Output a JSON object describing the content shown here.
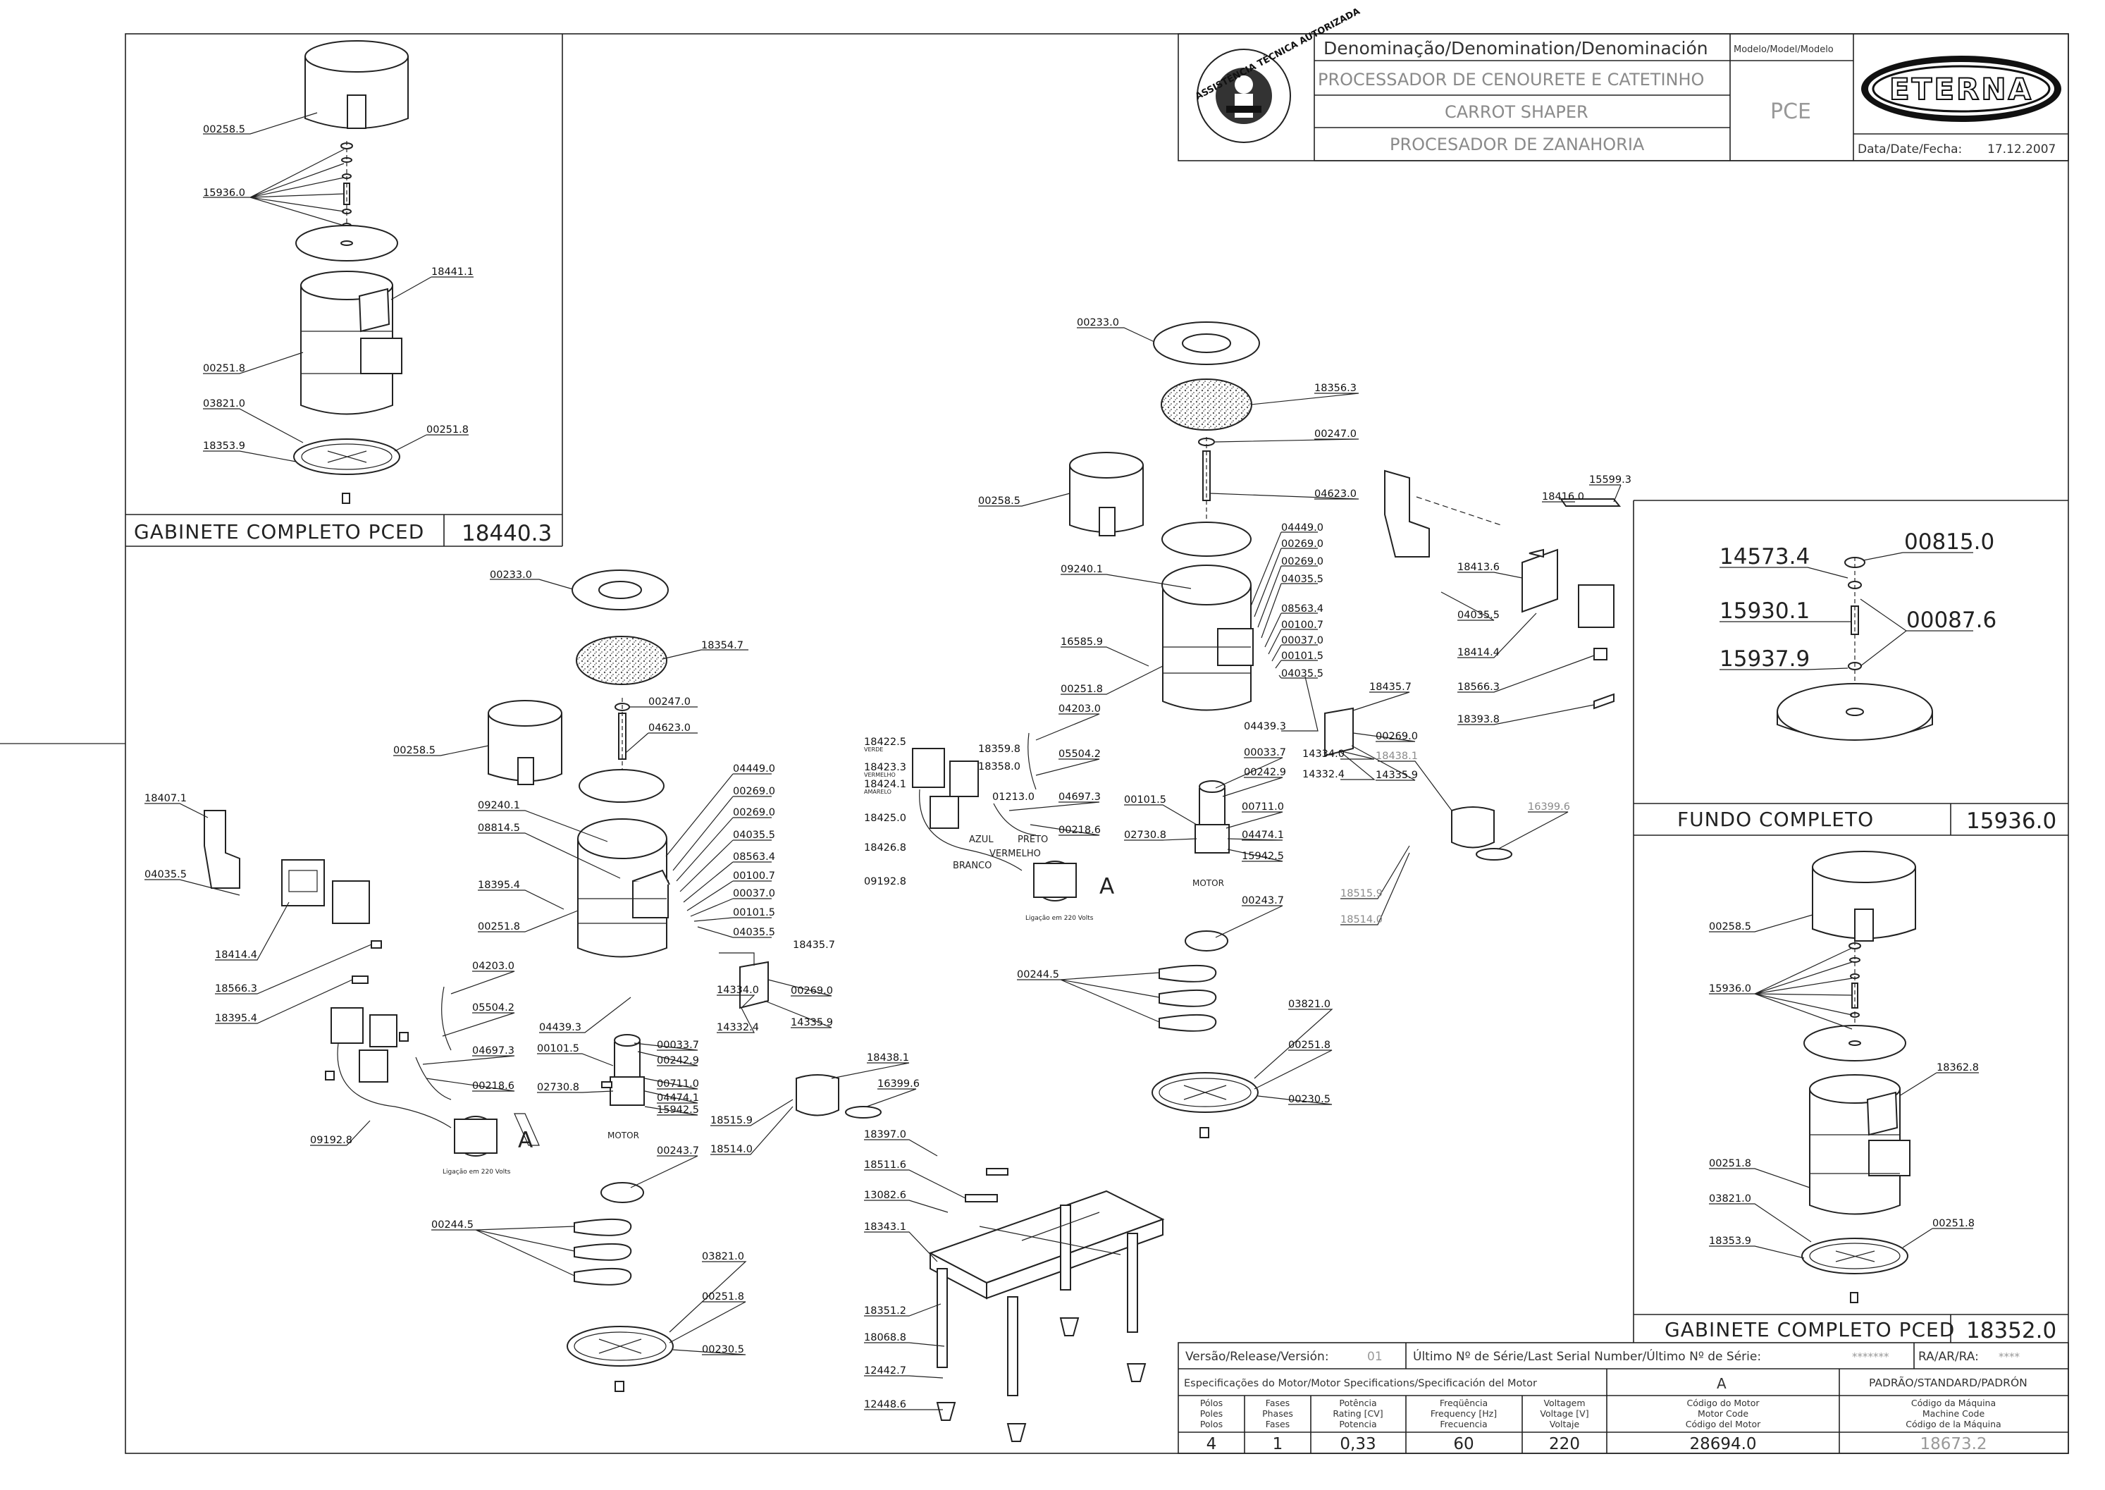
{
  "title_block": {
    "denomination_header": "Denominação/Denomination/Denominación",
    "model_header": "Modelo/Model/Modelo",
    "name_pt": "PROCESSADOR DE CENOURETE E CATETINHO",
    "name_en": "CARROT SHAPER",
    "name_es": "PROCESADOR DE ZANAHORIA",
    "model": "PCE",
    "brand": "ETERNA",
    "date_label": "Data/Date/Fecha:",
    "date": "17.12.2007",
    "stamp_text": "ASSISTÊNCIA TÉCNICA AUTORIZADA"
  },
  "release_block": {
    "version_label": "Versão/Release/Versión:",
    "version": "01",
    "serial_label": "Último Nº de Série/Last Serial Number/Último Nº de Série:",
    "serial": "*******",
    "ra_label": "RA/AR/RA:",
    "ra": "****",
    "motor_spec_label": "Especificações do Motor/Motor Specifications/Specificación del Motor",
    "motor_letter": "A",
    "standard": "PADRÃO/STANDARD/PADRÓN",
    "col_poles": [
      "Pólos",
      "Poles",
      "Polos"
    ],
    "col_phases": [
      "Fases",
      "Phases",
      "Fases"
    ],
    "col_power": [
      "Potência",
      "Rating [CV]",
      "Potencia"
    ],
    "col_freq": [
      "Freqüência",
      "Frequency [Hz]",
      "Frecuencia"
    ],
    "col_volt": [
      "Voltagem",
      "Voltage [V]",
      "Voltaje"
    ],
    "col_motor_code": [
      "Código do Motor",
      "Motor Code",
      "Código del Motor"
    ],
    "col_machine_code": [
      "Código da Máquina",
      "Machine Code",
      "Código de la Máquina"
    ],
    "poles": "4",
    "phases": "1",
    "power": "0,33",
    "freq": "60",
    "volt": "220",
    "motor_code": "28694.0",
    "machine_code": "18673.2"
  },
  "sections": {
    "gabinete_top_left": {
      "title": "GABINETE COMPLETO PCED",
      "number": "18440.3"
    },
    "fundo": {
      "title": "FUNDO COMPLETO",
      "number": "15936.0"
    },
    "gabinete_right": {
      "title": "GABINETE COMPLETO PCED",
      "number": "18352.0"
    }
  },
  "labels": {
    "tl": [
      "00258.5",
      "15936.0",
      "18441.1",
      "00251.8",
      "03821.0",
      "18353.9",
      "00251.8"
    ],
    "left": [
      "00233.0",
      "18354.7",
      "00247.0",
      "04623.0",
      "00258.5",
      "09240.1",
      "08814.5",
      "18395.4",
      "00251.8",
      "04449.0",
      "00269.0",
      "00269.0",
      "04035.5",
      "08563.4",
      "00100.7",
      "00037.0",
      "00101.5",
      "04035.5",
      "18407.1",
      "04035.5",
      "18414.4",
      "18566.3",
      "18395.4",
      "04203.0",
      "05504.2",
      "04697.3",
      "00218.6",
      "09192.8",
      "04439.3",
      "18435.7",
      "14334.0",
      "14332.4",
      "00269.0",
      "14335.9",
      "00033.7",
      "00242.9",
      "00101.5",
      "00711.0",
      "02730.8",
      "04474.1",
      "15942.5",
      "18438.1",
      "16399.6",
      "18515.9",
      "18514.0",
      "00243.7",
      "00244.5",
      "03821.0",
      "00251.8",
      "00230.5"
    ],
    "center": [
      "00233.0",
      "18356.3",
      "00247.0",
      "00258.5",
      "04623.0",
      "09240.1",
      "04449.0",
      "00269.0",
      "00269.0",
      "04035.5",
      "08563.4",
      "00100.7",
      "00037.0",
      "00101.5",
      "04035.5",
      "16585.9",
      "00251.8",
      "04203.0",
      "04439.3",
      "05504.2",
      "04697.3",
      "00218.6",
      "18422.5",
      "18423.3",
      "18424.1",
      "18425.0",
      "18426.8",
      "09192.8",
      "18359.8",
      "18358.0",
      "01213.0",
      "00033.7",
      "00242.9",
      "00101.5",
      "00711.0",
      "02730.8",
      "04474.1",
      "15942.5",
      "00243.7",
      "00244.5",
      "03821.0",
      "00251.8",
      "00230.5",
      "18435.7",
      "14334.0",
      "14332.4",
      "00269.0",
      "14335.9",
      "18438.1",
      "16399.6",
      "18515.9",
      "18514.0"
    ],
    "wire_colors": [
      "AZUL",
      "PRETO",
      "VERMELHO",
      "BRANCO"
    ],
    "wire_small": [
      "VERDE",
      "VERMELHO",
      "AMARELO"
    ],
    "motor": "MOTOR",
    "ligacao": "Ligação em 220 Volts",
    "letter_a": "A",
    "frame": [
      "18397.0",
      "18511.6",
      "13082.6",
      "18343.1",
      "18351.2",
      "18068.8",
      "12442.7",
      "12448.6"
    ],
    "right": [
      "15599.3",
      "18416.0",
      "18413.6",
      "04035.5",
      "18414.4",
      "18566.3",
      "18393.8"
    ],
    "fundo": [
      "14573.4",
      "00815.0",
      "15930.1",
      "00087.6",
      "15937.9"
    ],
    "gab_right": [
      "00258.5",
      "15936.0",
      "18362.8",
      "00251.8",
      "03821.0",
      "18353.9",
      "00251.8"
    ]
  }
}
